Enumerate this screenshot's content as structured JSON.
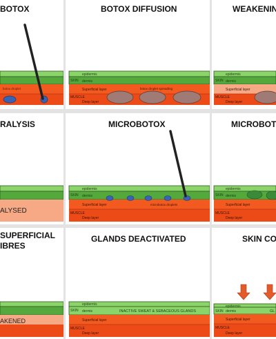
{
  "panels": {
    "p1": {
      "title": "BOTOX",
      "droplet": "botox droplet"
    },
    "p2": {
      "title": "BOTOX DIFFUSION",
      "epidermis": "epidermis",
      "skin": "SKIN",
      "dermis": "dermis",
      "superficial": "Superficial layer",
      "muscle": "MUSCLE",
      "deep": "Deep layer",
      "droplet": "botox droplet spreading"
    },
    "p3": {
      "title": "WEAKENIN",
      "epidermis": "epidermis",
      "skin": "SKIN",
      "dermis": "dermis",
      "superficial": "Superficial layer",
      "muscle": "MUSCLE",
      "deep": "Deep layer"
    },
    "p4": {
      "title": "RALYSIS",
      "state": "ALYSED"
    },
    "p5": {
      "title": "MICROBOTOX",
      "epidermis": "epidermis",
      "skin": "SKIN",
      "dermis": "dermis",
      "superficial": "Superficial layer",
      "muscle": "MUSCLE",
      "deep": "Deep layer",
      "droplet": "microbotox droplets"
    },
    "p6": {
      "title": "MICROBOTO",
      "epidermis": "epidermis",
      "skin": "SKIN",
      "dermis": "dermis",
      "superficial": "Superficial layer",
      "muscle": "MUSCLE",
      "deep": "Deep layer"
    },
    "p7": {
      "title": "SUPERFICIAL\nIBRES",
      "state": "AKENED"
    },
    "p8": {
      "title": "GLANDS DEACTIVATED",
      "epidermis": "epidermis",
      "skin": "SKIN",
      "dermis": "dermis",
      "glands": "INACTIVE SWEAT & SEBACEOUS GLANDS",
      "superficial": "Superficial layer",
      "muscle": "MUSCLE",
      "deep": "Deep layer"
    },
    "p9": {
      "title": "SKIN CO",
      "epidermis": "epidermis",
      "skin": "SKIN",
      "dermis": "dermis",
      "superficial": "Superficial layer",
      "muscle": "MUSCLE",
      "deep": "Deep layer",
      "glands": "GL"
    }
  },
  "colors": {
    "epidermis": "#8bd46a",
    "dermis": "#55a83c",
    "line": "#2e5a1f",
    "superficial": "#f7a986",
    "deep": "#ec4a17",
    "droplet": "#3a63b4",
    "spread": "#a07a74",
    "arrow": "#e35a2b"
  }
}
